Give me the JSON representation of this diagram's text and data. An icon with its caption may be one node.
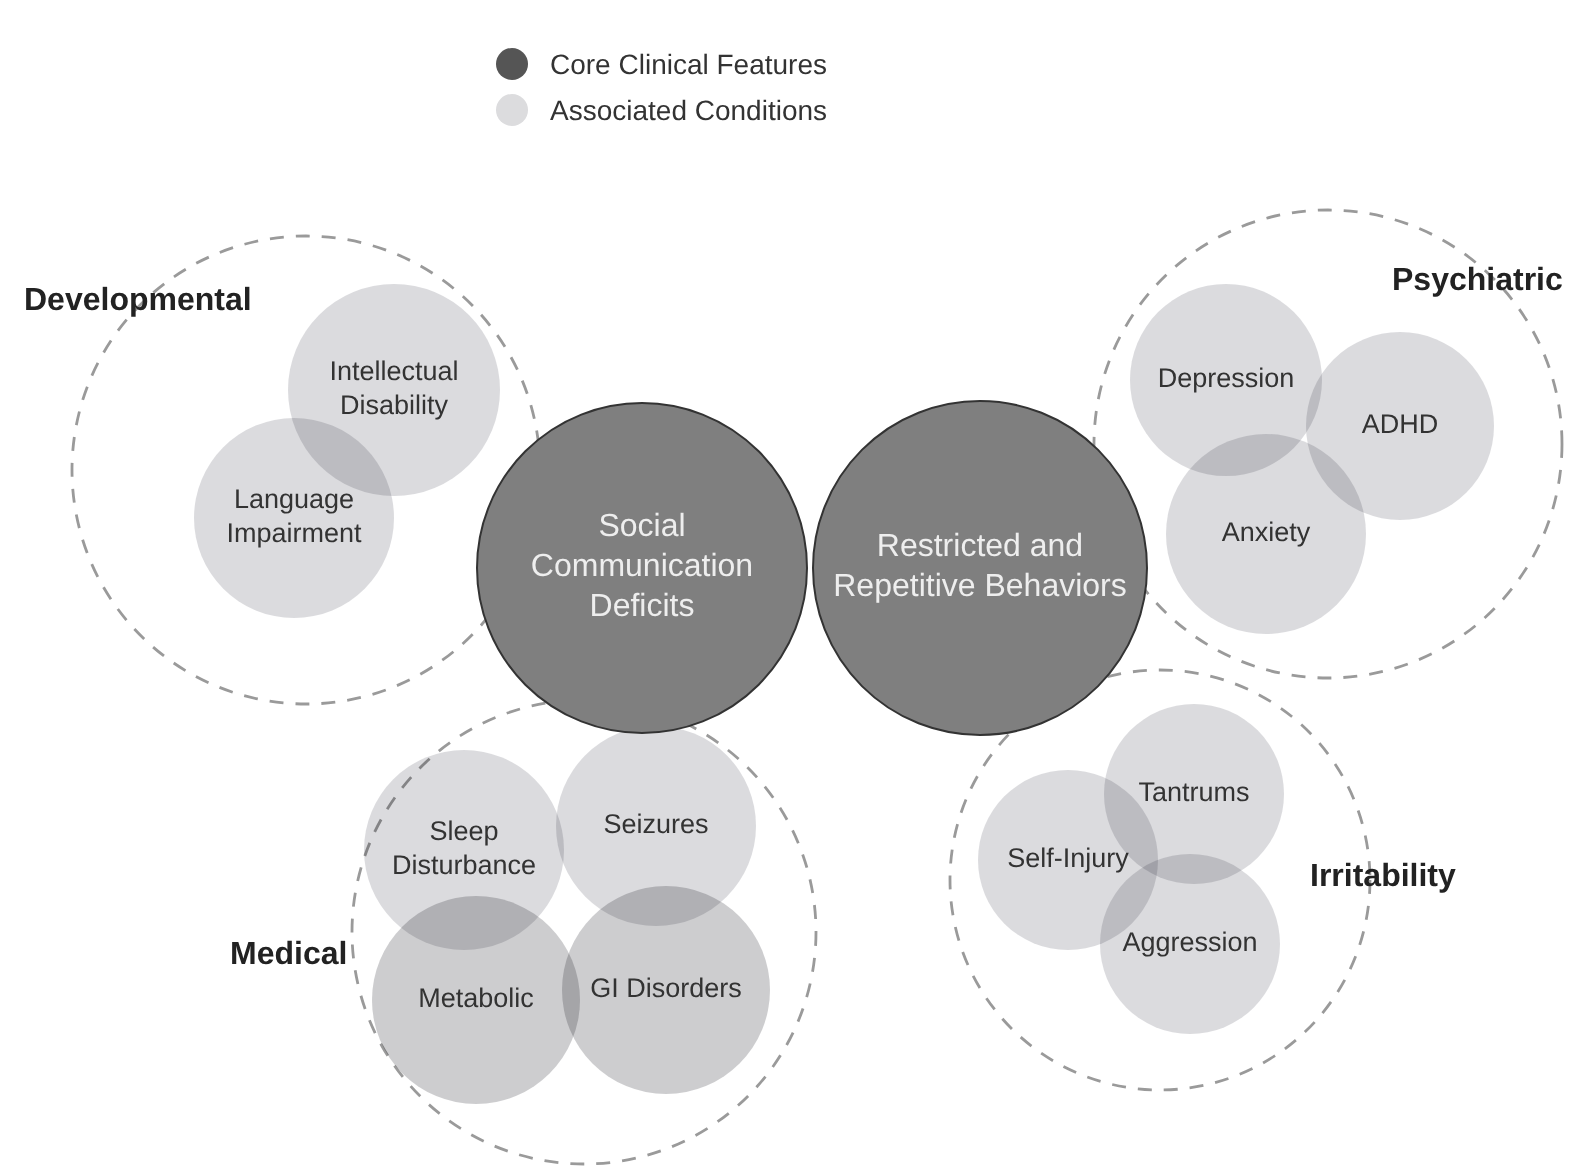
{
  "diagram": {
    "nodes": [
      {
        "text": [
          "Developmental"
        ]
      },
      {
        "text": [
          "Intellectual Disability"
        ],
        "in": 0
      },
      {
        "text": [
          "Language Impairment"
        ],
        "in": 0
      },
      {
        "text": [
          "Social Communication Deficits"
        ]
      },
      {
        "text": [
          "Restricted and Repetitive Behaviors"
        ]
      },
      {
        "text": [
          "Psychiatric"
        ]
      },
      {
        "text": [
          "Depression"
        ],
        "in": 5
      },
      {
        "text": [
          "ADHD"
        ],
        "in": 5
      },
      {
        "text": [
          "Anxiety"
        ],
        "in": 5
      },
      {
        "text": [
          "Medical"
        ]
      },
      {
        "text": [
          "Sleep Disturbance"
        ],
        "in": 9
      },
      {
        "text": [
          "Seizures"
        ],
        "in": 9
      },
      {
        "text": [
          "Metabolic"
        ],
        "in": 9
      },
      {
        "text": [
          "GI Disorders"
        ],
        "in": 9
      },
      {
        "text": [
          "Irritability"
        ]
      },
      {
        "text": [
          "Self-Injury"
        ],
        "in": 14
      },
      {
        "text": [
          "Tantrums"
        ],
        "in": 14
      },
      {
        "text": [
          "Aggression"
        ],
        "in": 14
      }
    ],
    "legend": [
      {
        "text": "Core Clinical Features",
        "color": "#555555"
      },
      {
        "text": "Associated Conditions",
        "color": "#dcdcde"
      }
    ]
  }
}
